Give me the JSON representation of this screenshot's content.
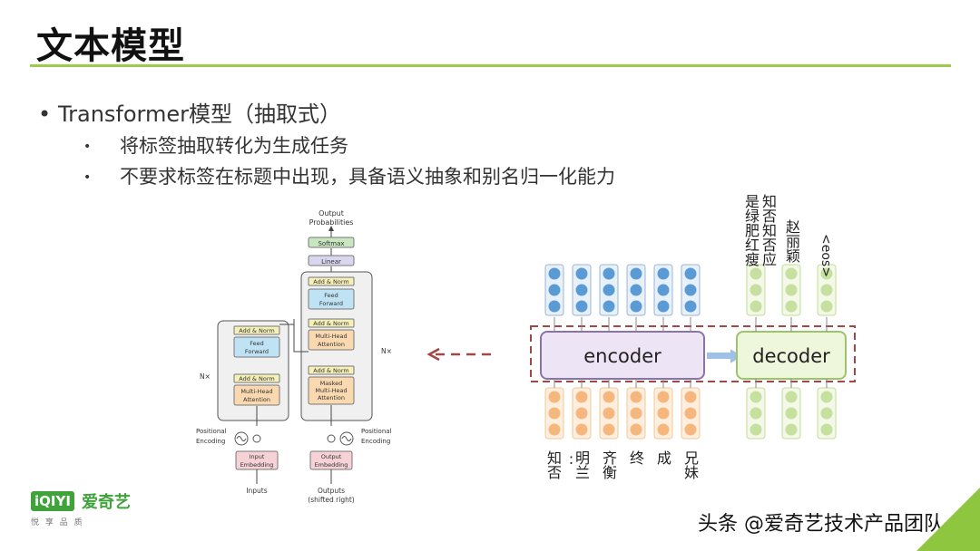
{
  "slide": {
    "title": "文本模型",
    "bullet_main": "Transformer模型（抽取式）",
    "sub_bullets": [
      "将标签抽取转化为生成任务",
      "不要求标签在标题中出现，具备语义抽象和别名归一化能力"
    ]
  },
  "diagram": {
    "output_probabilities": [
      "Output",
      "Probabilities"
    ],
    "softmax": "Softmax",
    "linear": "Linear",
    "add_norm": "Add & Norm",
    "feed_forward": [
      "Feed",
      "Forward"
    ],
    "multi_head_attention": [
      "Multi-Head",
      "Attention"
    ],
    "masked_attention": [
      "Masked",
      "Multi-Head",
      "Attention"
    ],
    "nx": "N×",
    "positional_encoding": [
      "Positional",
      "Encoding"
    ],
    "input_embedding": [
      "Input",
      "Embedding"
    ],
    "output_embedding": [
      "Output",
      "Embedding"
    ],
    "inputs": "Inputs",
    "outputs": [
      "Outputs",
      "(shifted right)"
    ]
  },
  "seq2seq": {
    "encoder_label": "encoder",
    "decoder_label": "decoder",
    "input_tokens": [
      "知否",
      ":",
      "明兰",
      "齐衡",
      "终",
      "成",
      "兄妹"
    ],
    "output_tokens": [
      "是绿肥红瘦",
      "知否知否应",
      "赵丽颖",
      "<eos>"
    ]
  },
  "branding": {
    "logo_mark": "iQIYI",
    "logo_name": "爱奇艺",
    "logo_slogan": "悦 享 品 质",
    "watermark": "头条 @爱奇艺技术产品团队"
  },
  "colors": {
    "accent_green": "#9ccc4a",
    "logo_green": "#3fa33a",
    "encoder_fill": "#ede4f5",
    "decoder_fill": "#eef6dc",
    "dashed_red": "#a04848"
  }
}
